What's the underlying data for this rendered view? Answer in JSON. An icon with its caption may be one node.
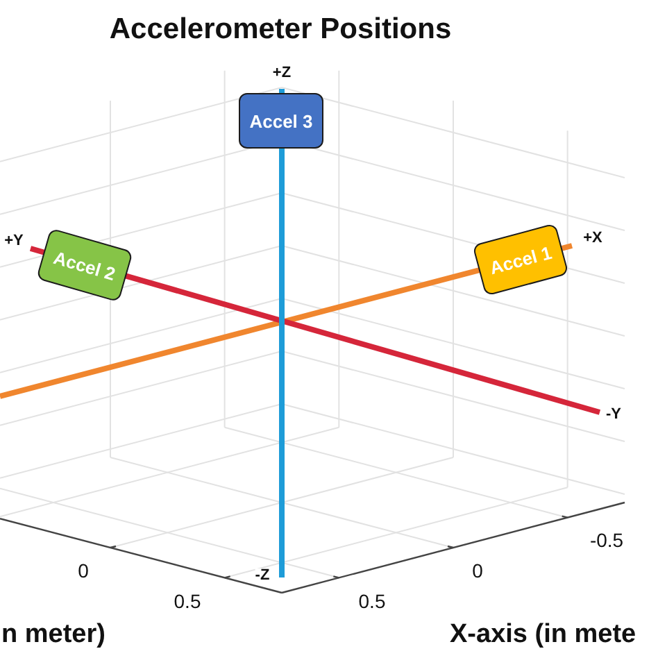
{
  "diagram": {
    "title": "Accelerometer Positions",
    "nodes": [
      {
        "text": [
          "Accel 3"
        ]
      },
      {
        "text": [
          "Accel 2"
        ]
      },
      {
        "text": [
          "Accel 1"
        ]
      }
    ],
    "labels": [
      "+Z",
      "+Y",
      "+X",
      "-Y",
      "-0.5",
      "0",
      "-Z",
      "0",
      "0.5",
      "0.5",
      "n meter)",
      "X-axis (in mete"
    ]
  }
}
